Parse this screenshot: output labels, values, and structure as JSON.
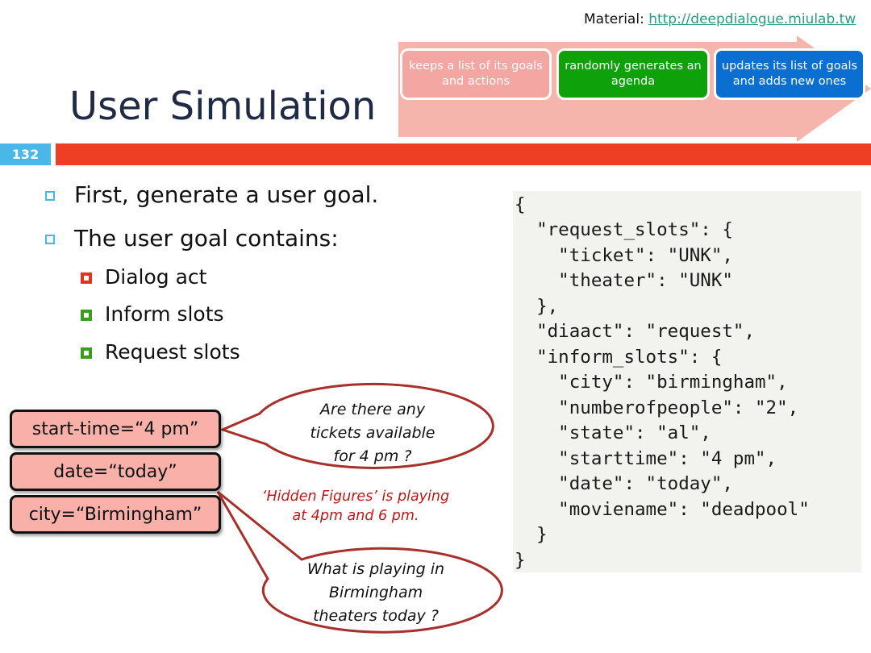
{
  "header": {
    "material_label": "Material:",
    "material_link": "http://deepdialogue.miulab.tw",
    "title": "User Simulation",
    "slide_number": "132"
  },
  "process_steps": [
    {
      "label": "keeps a list of its goals and actions",
      "color": "#f4a6a2"
    },
    {
      "label": "randomly generates an agenda",
      "color": "#0ea10a"
    },
    {
      "label": "updates its list of goals and adds new ones",
      "color": "#0a6fd0"
    }
  ],
  "bullets": {
    "level1": [
      "First, generate a user goal.",
      "The user goal contains:"
    ],
    "level2": [
      "Dialog act",
      "Inform slots",
      "Request slots"
    ]
  },
  "code_lines": [
    "{",
    "  \"request_slots\": {",
    "    \"ticket\": \"UNK\",",
    "    \"theater\": \"UNK\"",
    "  },",
    "  \"diaact\": \"request\",",
    "  \"inform_slots\": {",
    "    \"city\": \"birmingham\",",
    "    \"numberofpeople\": \"2\",",
    "    \"state\": \"al\",",
    "    \"starttime\": \"4 pm\",",
    "    \"date\": \"today\",",
    "    \"moviename\": \"deadpool\"",
    "  }",
    "}"
  ],
  "slots": [
    "start-time=“4 pm”",
    "date=“today”",
    "city=“Birmingham”"
  ],
  "bubbles": {
    "top": [
      "Are there any",
      "tickets available",
      "for 4 pm ?"
    ],
    "bottom": [
      "What is playing in",
      "Birmingham",
      "theaters today ?"
    ],
    "system": [
      "‘Hidden Figures’ is playing",
      "at 4pm and 6 pm."
    ]
  },
  "colors": {
    "title": "#1f2a44",
    "slide_number_bg": "#4bb7e8",
    "bar": "#ee3f24",
    "slot_fill": "#f8b0a8",
    "bubble_stroke": "#a8302a",
    "system_text": "#c01818"
  }
}
